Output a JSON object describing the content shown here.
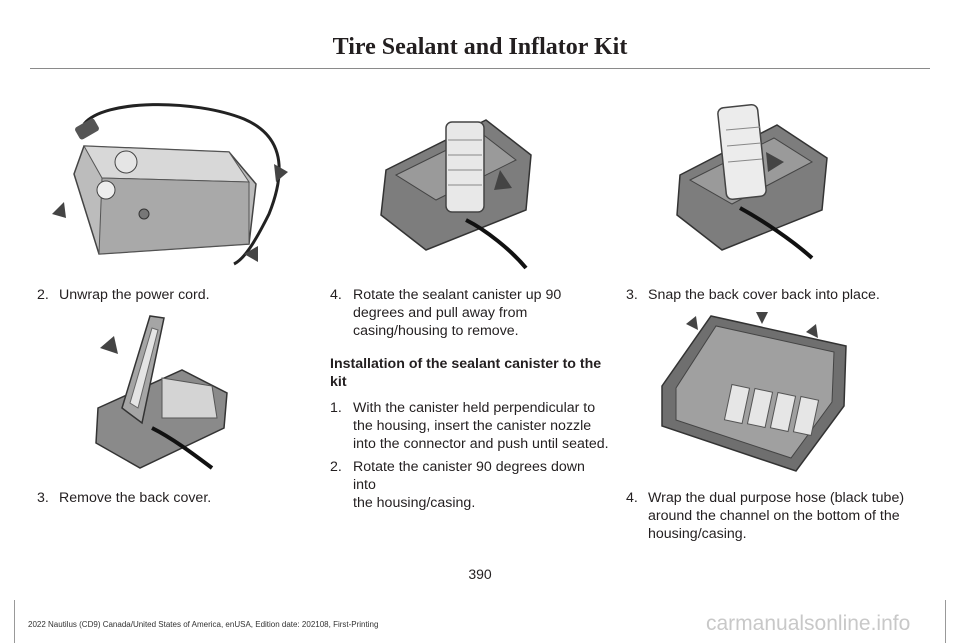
{
  "header": {
    "title": "Tire Sealant and Inflator Kit"
  },
  "steps": {
    "s2_num": "2.",
    "s2_text": "Unwrap the power cord.",
    "s3_num": "3.",
    "s3_text": "Remove the back cover.",
    "s4_num": "4.",
    "s4_lines": [
      "Rotate the sealant canister up 90",
      "degrees and pull away from",
      "casing/housing to remove."
    ],
    "install_heading_lines": [
      "Installation of the sealant canister to the",
      "kit"
    ],
    "i1_num": "1.",
    "i1_lines": [
      "With the canister held perpendicular to",
      "the housing, insert the canister nozzle",
      "into the connector and push until seated."
    ],
    "i2_num": "2.",
    "i2_lines": [
      "Rotate the canister 90 degrees down into",
      "the housing/casing."
    ],
    "c3_num": "3.",
    "c3_text": "Snap the back cover back into place.",
    "c4_num": "4.",
    "c4_lines": [
      "Wrap the dual purpose hose (black tube)",
      "around the channel on the bottom of the",
      "housing/casing."
    ]
  },
  "page_number": "390",
  "footer": "2022 Nautilus (CD9) Canada/United States of America, enUSA, Edition date: 202108, First-Printing",
  "watermark": "carmanualsonline.info",
  "figures": {
    "fig1": "compressor-with-power-cord-icon",
    "fig2": "canister-rotated-up-icon",
    "fig3": "canister-removed-icon",
    "fig4": "back-cover-removal-icon",
    "fig5": "back-cover-snap-icon"
  }
}
